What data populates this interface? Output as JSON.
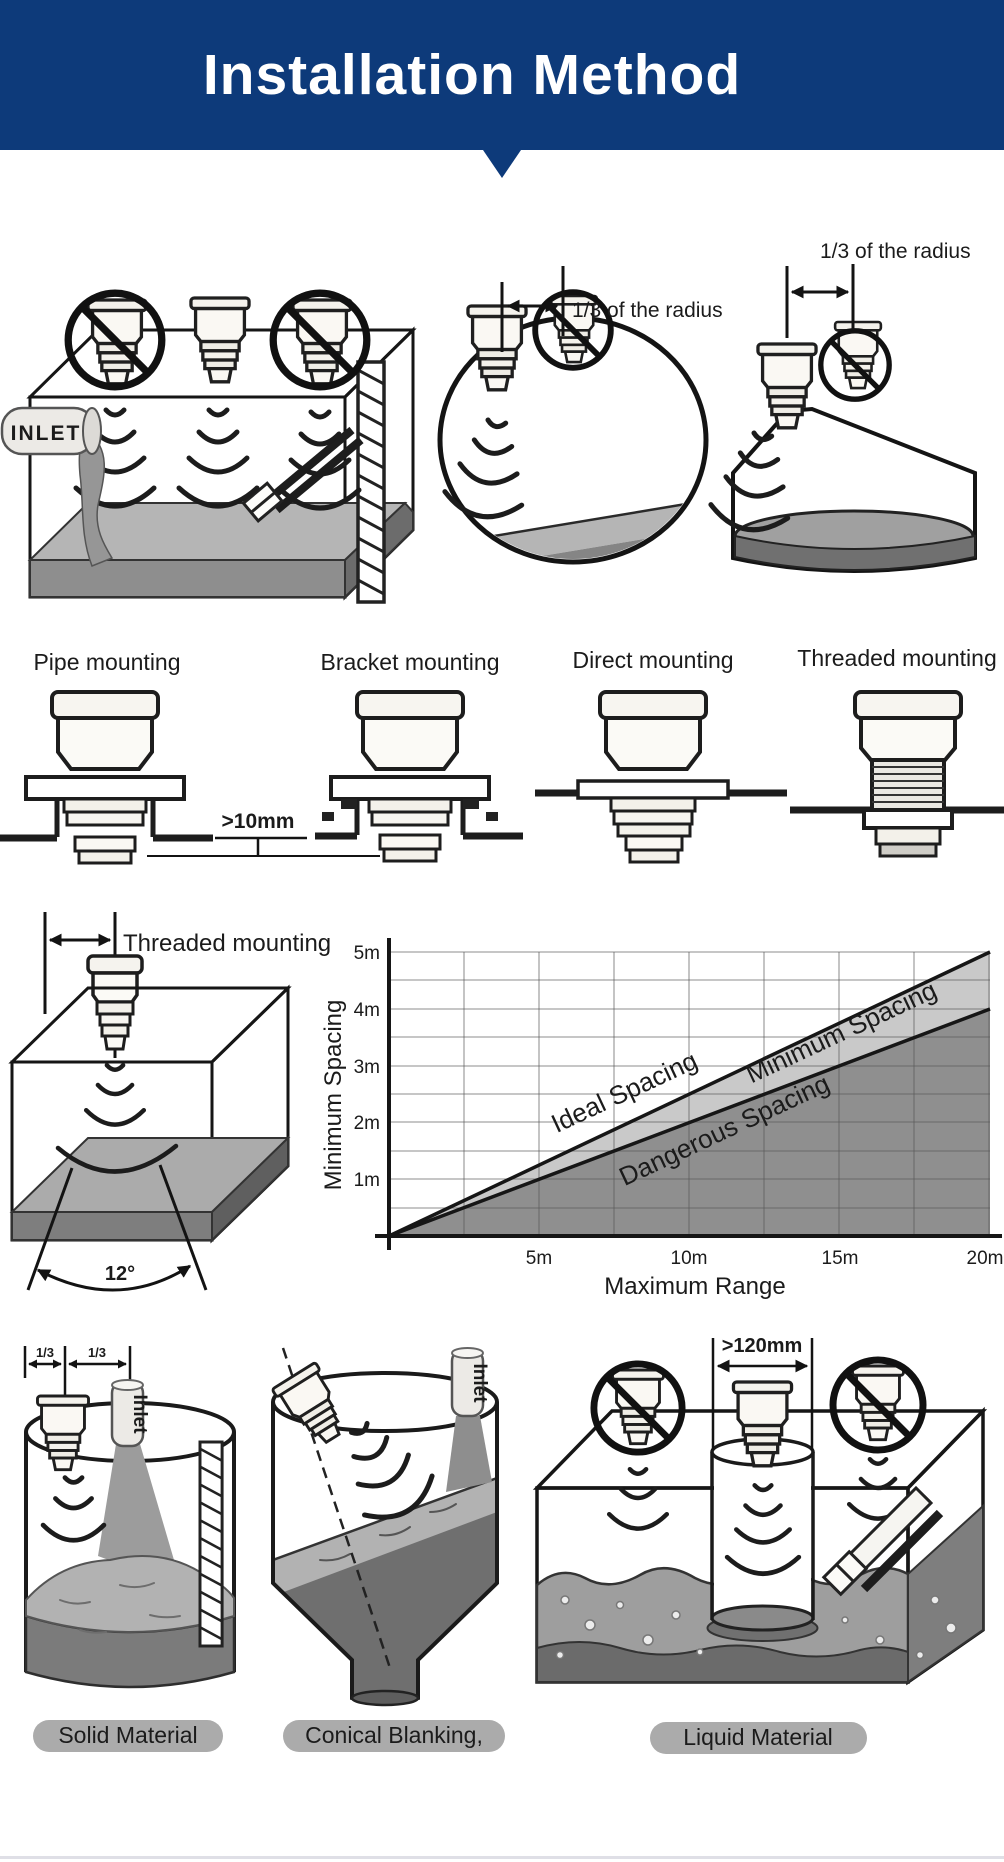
{
  "header": {
    "title": "Installation Method",
    "bg_color": "#0d3a7a",
    "text_color": "#ffffff"
  },
  "top_row": {
    "rect_tank": {
      "inlet_label": "INLET"
    },
    "dome_tank": {
      "note": "1/3 of the radius"
    },
    "cone_tank": {
      "note": "1/3 of the radius"
    }
  },
  "mounting_row": {
    "labels": [
      "Pipe mounting",
      "Bracket mounting",
      "Direct mounting",
      "Threaded mounting"
    ],
    "gap_note": ">10mm"
  },
  "spacing_row": {
    "label": "Threaded mounting",
    "beam_angle": "12°"
  },
  "chart_data": {
    "type": "area",
    "title": "",
    "xlabel": "Maximum Range",
    "ylabel": "Minimum Spacing",
    "x_ticks": [
      "5m",
      "10m",
      "15m",
      "20m"
    ],
    "y_ticks": [
      "1m",
      "2m",
      "3m",
      "4m",
      "5m"
    ],
    "xlim_m": [
      0,
      20
    ],
    "ylim_m": [
      0,
      5
    ],
    "grid": true,
    "series": [
      {
        "name": "Minimum Spacing boundary",
        "x_m": [
          0,
          20
        ],
        "y_m": [
          0,
          5
        ]
      },
      {
        "name": "Dangerous Spacing boundary",
        "x_m": [
          0,
          20
        ],
        "y_m": [
          0,
          4
        ]
      }
    ],
    "regions": [
      {
        "label": "Ideal Spacing",
        "position": "above-upper-line",
        "color": "#ffffff"
      },
      {
        "label": "Minimum Spacing",
        "position": "between-lines",
        "color": "#c9c9c9"
      },
      {
        "label": "Dangerous Spacing",
        "position": "below-lower-line",
        "color": "#8f8f8f"
      }
    ]
  },
  "bottom_row": {
    "solid_tank": {
      "fractions": [
        "1/3",
        "1/3"
      ],
      "inlet_label": "Inlet",
      "caption": "Solid Material"
    },
    "conical_tank": {
      "inlet_label": "Inlet",
      "caption": "Conical Blanking,"
    },
    "liquid_tank": {
      "gap_note": ">120mm",
      "caption": "Liquid Material"
    }
  }
}
